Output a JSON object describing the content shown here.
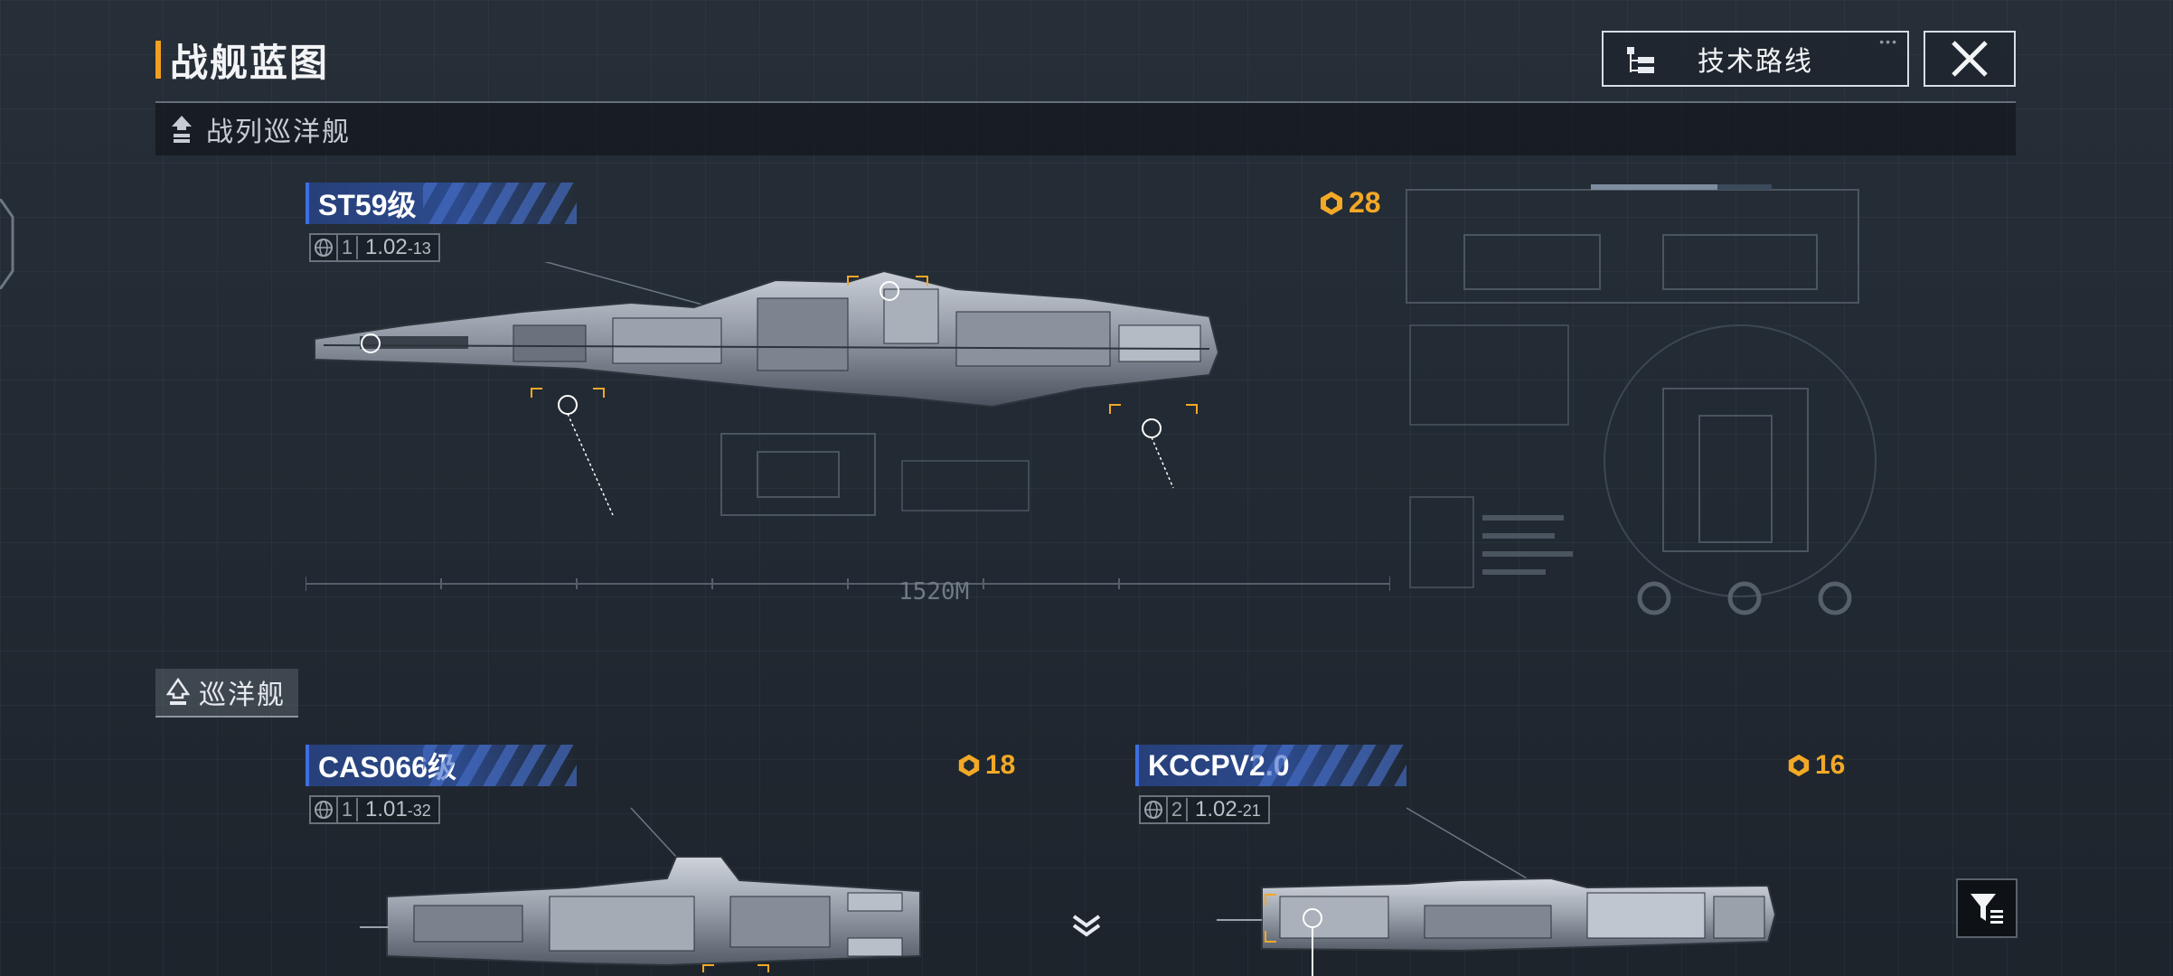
{
  "header": {
    "title": "战舰蓝图",
    "tech_route_label": "技术路线"
  },
  "categories": {
    "battlecruiser": "战列巡洋舰",
    "cruiser": "巡洋舰"
  },
  "ships": {
    "st59": {
      "name": "ST59级",
      "tier": "1",
      "version": "1.02",
      "version_sub": "-13",
      "cost": "28",
      "length_label": "1520M"
    },
    "cas066": {
      "name": "CAS066级",
      "tier": "1",
      "version": "1.01",
      "version_sub": "-32",
      "cost": "18"
    },
    "kccpv": {
      "name": "KCCPV2.0",
      "tier": "2",
      "version": "1.02",
      "version_sub": "-21",
      "cost": "16"
    }
  },
  "colors": {
    "accent_orange": "#f3a826",
    "name_bar_blue": "#2c4a8c",
    "background": "#222a33"
  },
  "icons": [
    "tree-icon",
    "close-icon",
    "battlecruiser-rank-icon",
    "cruiser-rank-icon",
    "globe-icon",
    "cost-icon",
    "chevron-down-icon",
    "filter-icon"
  ]
}
